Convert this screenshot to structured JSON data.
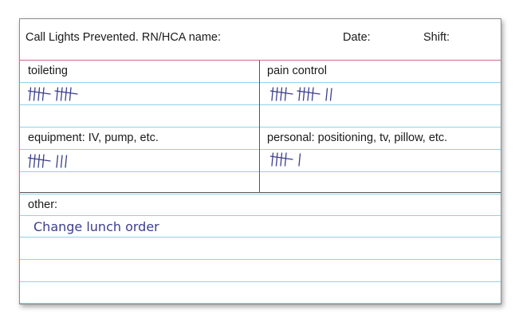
{
  "header": {
    "title": "Call Lights Prevented. RN/HCA name:",
    "date_label": "Date:",
    "shift_label": "Shift:"
  },
  "sections": {
    "toileting": {
      "label": "toileting",
      "tally_count": 10
    },
    "pain_control": {
      "label": "pain control",
      "tally_count": 12
    },
    "equipment": {
      "label": "equipment: IV, pump, etc.",
      "tally_count": 8
    },
    "personal": {
      "label": "personal: positioning, tv, pillow, etc.",
      "tally_count": 6
    },
    "other": {
      "label": "other:",
      "note": "Change lunch order"
    }
  },
  "colors": {
    "ruled_line": "#8fd3e8",
    "header_line": "#c96a86",
    "handwriting_ink": "#3b3e8c"
  }
}
